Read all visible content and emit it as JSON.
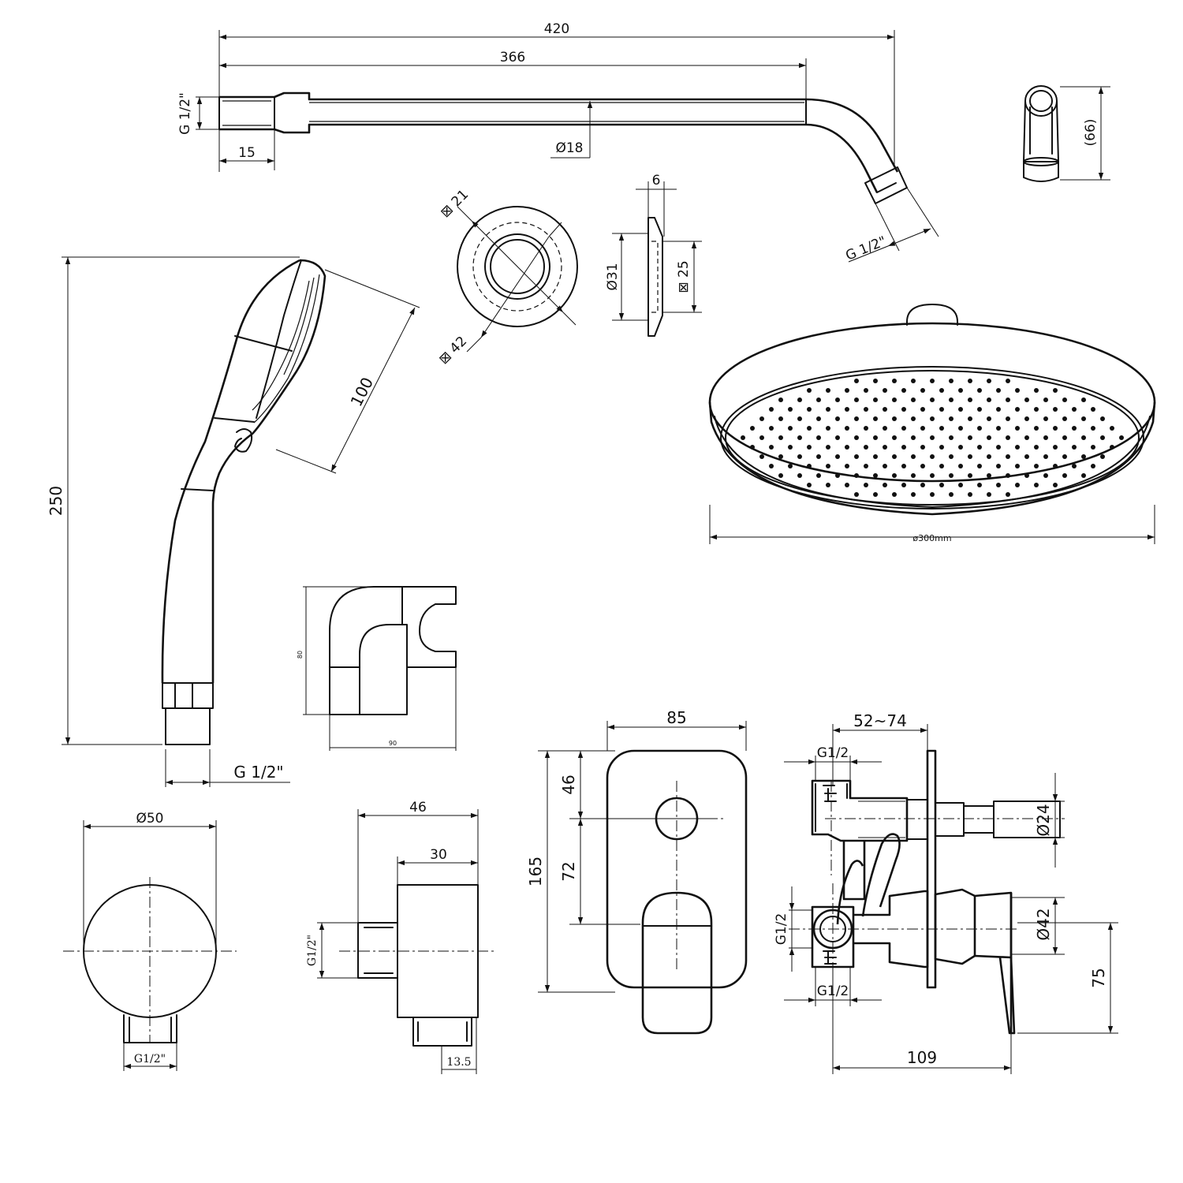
{
  "shower_arm": {
    "dim_total": "420",
    "dim_straight": "366",
    "dim_thread_len": "15",
    "dim_diameter": "Ø18",
    "thread_inlet": "G 1/2\"",
    "thread_outlet": "G 1/2\""
  },
  "connector": {
    "dim_height": "(66)"
  },
  "flange": {
    "dim_inner": "⊠ 21",
    "dim_outer": "⊠ 42",
    "dim_thickness": "6",
    "dim_diameter": "Ø31",
    "dim_bore": "⊠ 25"
  },
  "hand_shower": {
    "dim_length": "250",
    "dim_head": "100",
    "thread": "G 1/2\""
  },
  "rain_shower": {
    "dim_diameter": "ø300mm"
  },
  "holder": {
    "dim_height": "80",
    "dim_width": "90"
  },
  "wall_outlet_front": {
    "dim_diameter": "Ø50",
    "thread": "G1/2\""
  },
  "wall_outlet_side": {
    "dim_depth": "46",
    "dim_body": "30",
    "thread": "G1/2\"",
    "dim_outlet": "13.5"
  },
  "mixer_front": {
    "dim_width": "85",
    "dim_height": "165",
    "dim_top": "46",
    "dim_mid": "72"
  },
  "mixer_side": {
    "dim_depth": "52~74",
    "thread_top": "G1/2",
    "thread_mid": "G1/2",
    "thread_bottom": "G1/2",
    "dim_upper_diameter": "Ø24",
    "dim_lower_diameter": "Ø42",
    "dim_height": "75",
    "dim_length": "109"
  }
}
